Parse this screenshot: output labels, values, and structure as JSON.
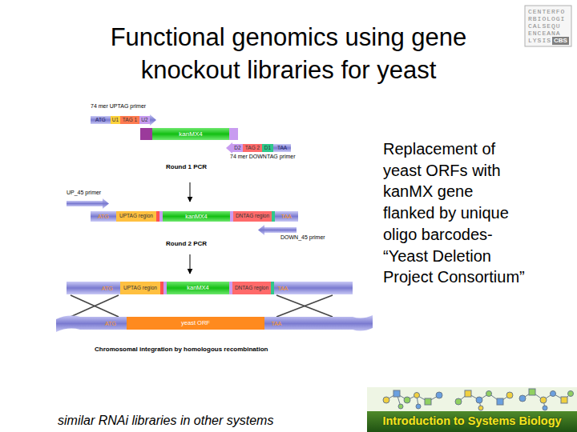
{
  "diagram": {
    "title": "Functional genomics using gene knockout libraries for yeast",
    "nodes": [
      {
        "text": [
          "ATG"
        ]
      },
      {
        "text": [
          "U1"
        ]
      },
      {
        "text": [
          "TAG 1"
        ]
      },
      {
        "text": [
          "U2"
        ]
      },
      {
        "text": [
          "kanMX4"
        ]
      },
      {
        "text": [
          "D2"
        ]
      },
      {
        "text": [
          "TAG 2"
        ]
      },
      {
        "text": [
          "D1"
        ]
      },
      {
        "text": [
          "TAA"
        ]
      },
      {
        "text": [
          "ATG"
        ]
      },
      {
        "text": [
          "UPTAG region"
        ]
      },
      {
        "text": [
          "kanMX4"
        ]
      },
      {
        "text": [
          "DNTAG region"
        ]
      },
      {
        "text": [
          "TAA"
        ]
      },
      {
        "text": [
          "ATG"
        ]
      },
      {
        "text": [
          "UPTAG region"
        ]
      },
      {
        "text": [
          "kanMX4"
        ]
      },
      {
        "text": [
          "DNTAG region"
        ]
      },
      {
        "text": [
          "TAA"
        ]
      },
      {
        "text": [
          "ATG"
        ]
      },
      {
        "text": [
          "yeast ORF"
        ]
      },
      {
        "text": [
          "TAA"
        ]
      }
    ],
    "labels": [
      "74 mer UPTAG primer",
      "74 mer DOWNTAG primer",
      "Round 1 PCR",
      "UP_45 primer",
      "DOWN_45 primer",
      "Round 2 PCR",
      "Chromosomal integration by homologous recombination",
      "Replacement of yeast ORFs with kanMX gene flanked by unique oligo barcodes- “Yeast Deletion Project Consortium”",
      "similar RNAi libraries in other systems",
      "CENTERFO",
      "RBIOLOGI",
      "CALSEQU",
      "ENCEANA",
      "LYSIS",
      "CBS",
      "Introduction to Systems Biology"
    ]
  }
}
